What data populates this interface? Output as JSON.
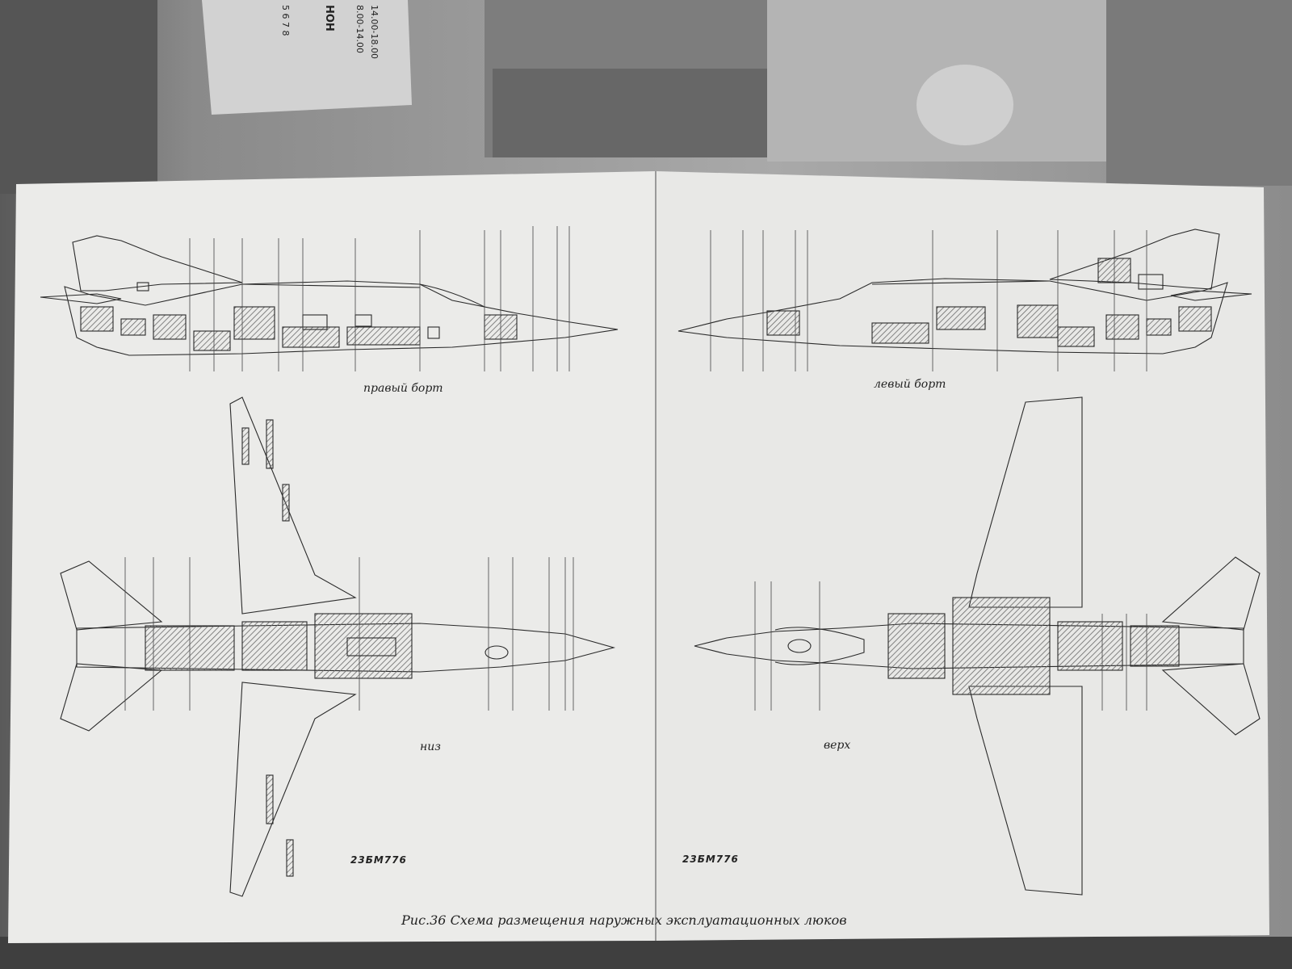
{
  "figure": {
    "caption_number": "Рис.36",
    "caption_text": "Схема размещения наружных эксплуатационных люков"
  },
  "views": {
    "right_side": "правый борт",
    "left_side": "левый борт",
    "bottom": "низ",
    "top": "верх"
  },
  "drawing_codes": {
    "left_page": "23БМ776",
    "right_page": "23БМ776"
  },
  "background_note": {
    "lines": [
      "14.00-18.00",
      "8.00-14.00",
      "5 6 7 8",
      "НОН"
    ]
  },
  "colors": {
    "paper": "#ececea",
    "ink": "#2a2a2a",
    "hatch": "#7a7a7a"
  }
}
